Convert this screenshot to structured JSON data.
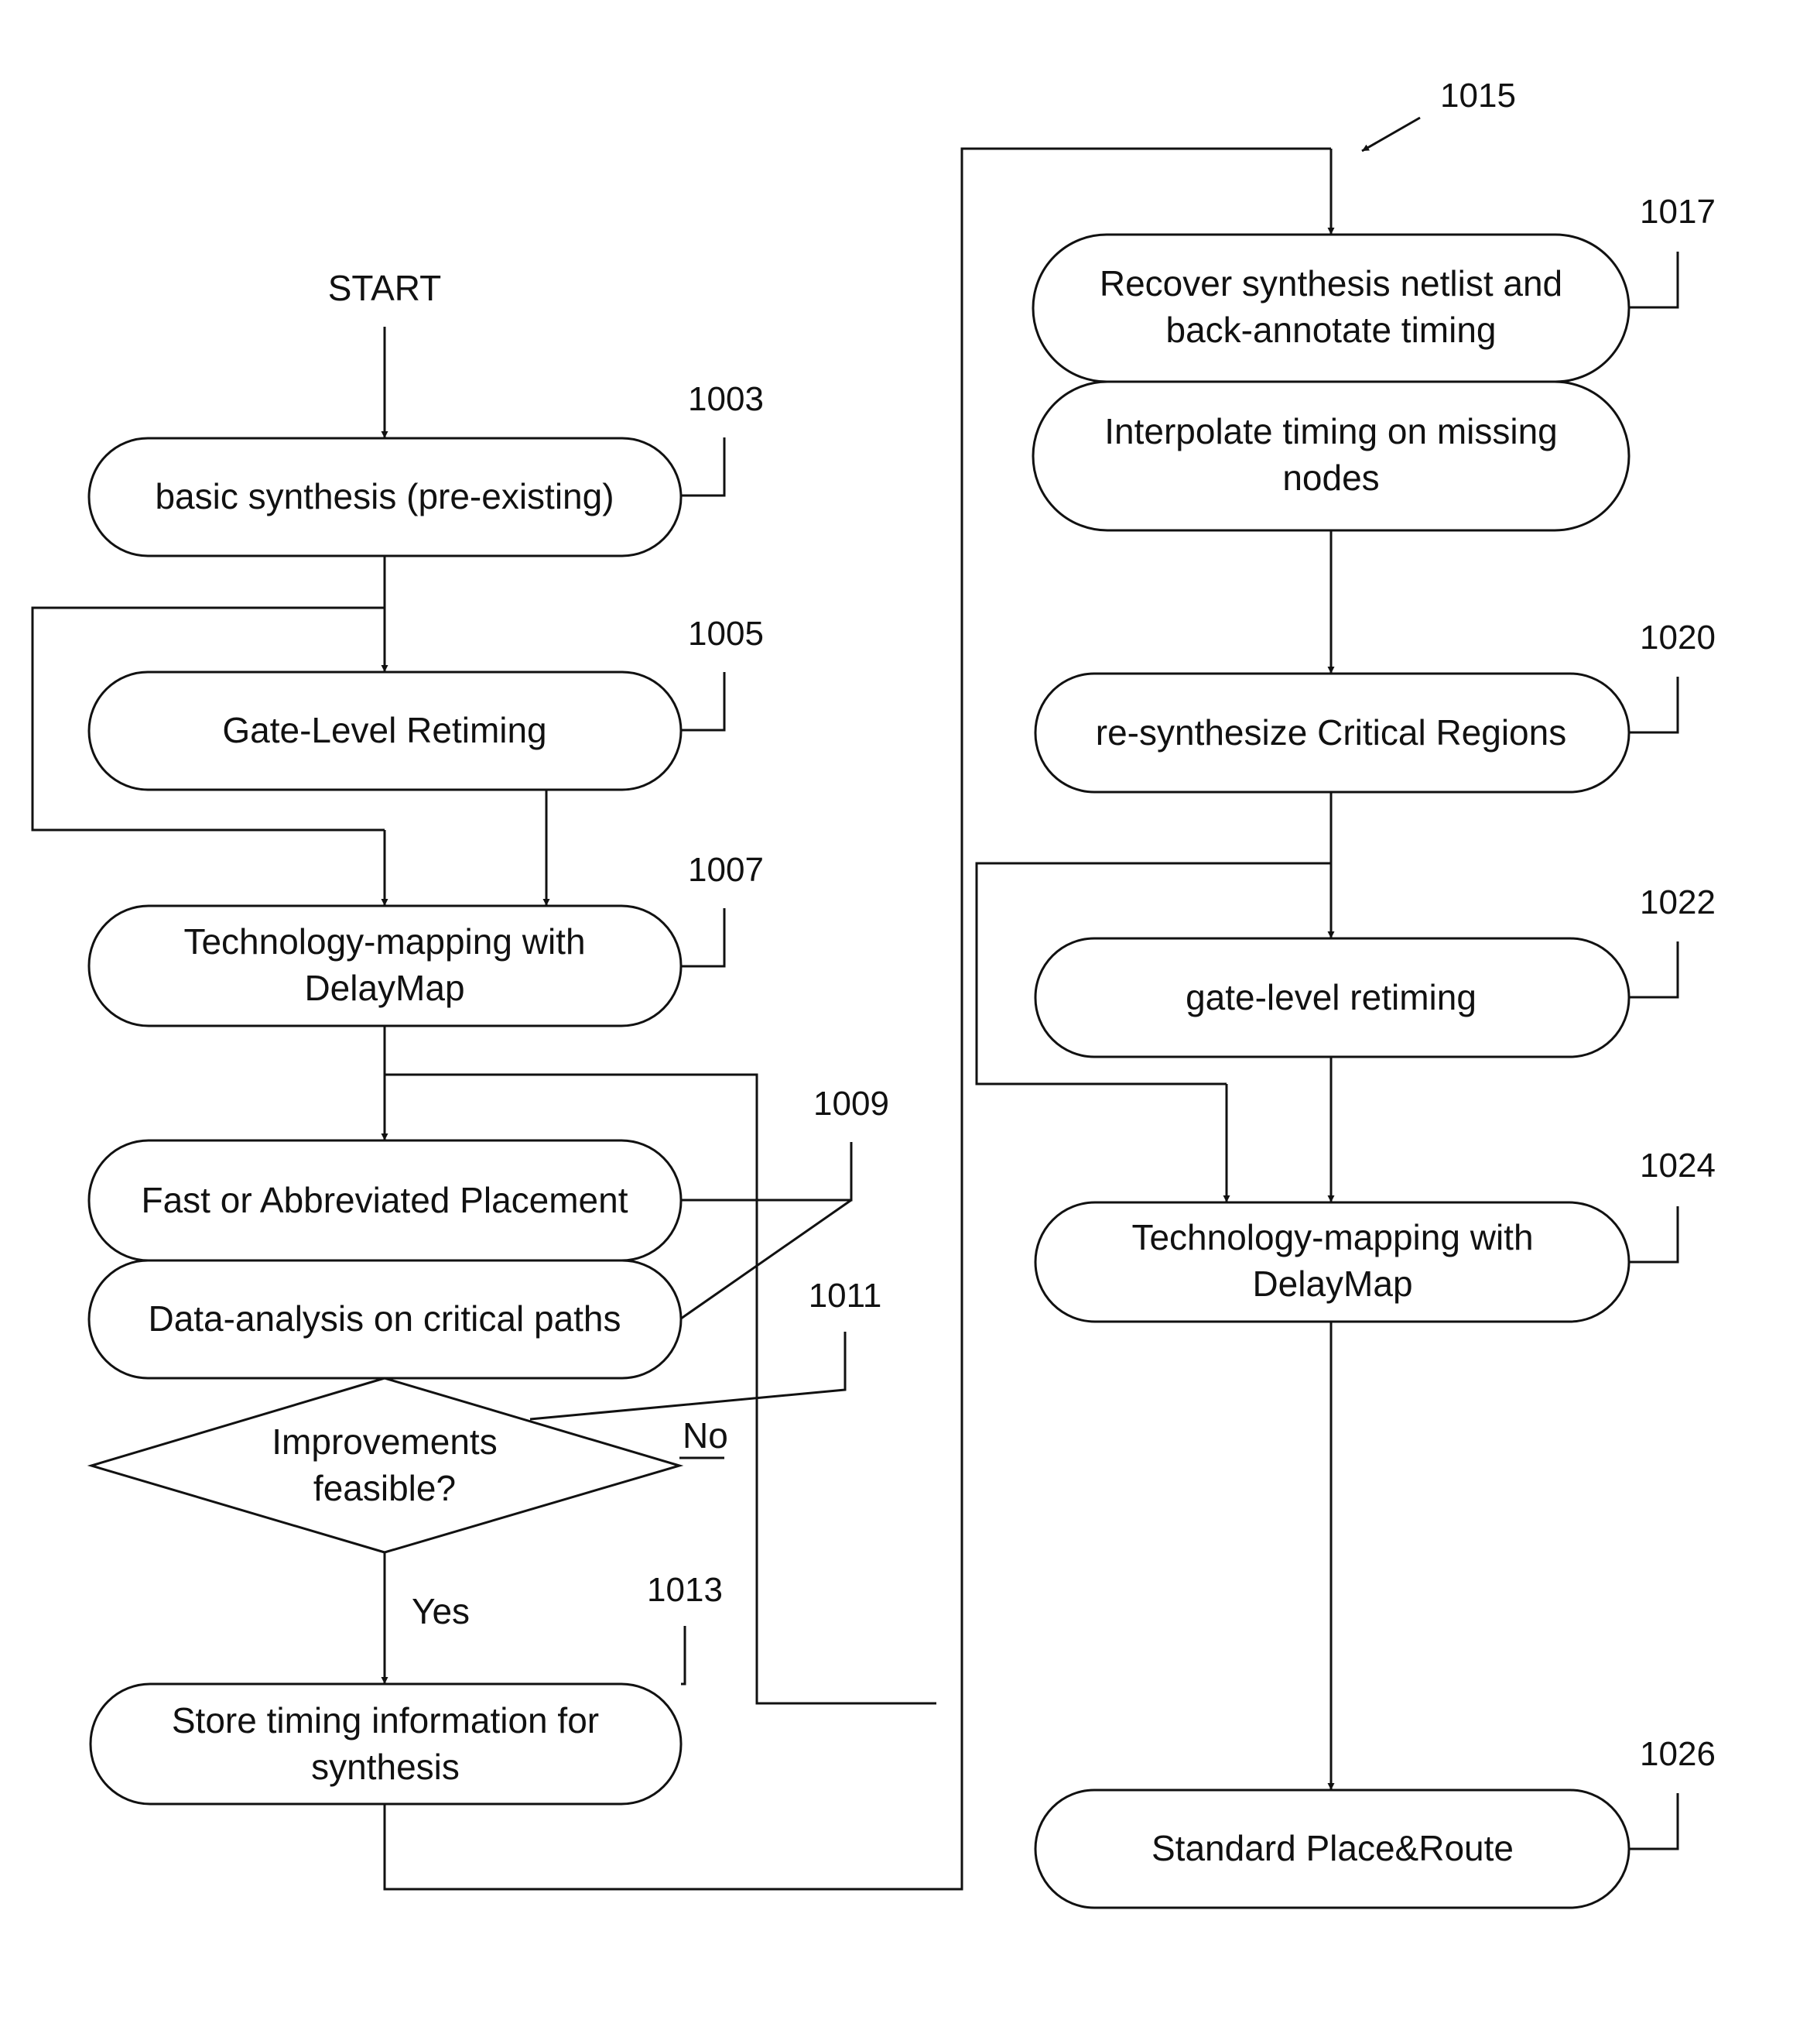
{
  "start": "START",
  "left_column": {
    "basic_synthesis": {
      "ref": "1003",
      "text": "basic synthesis (pre-existing)"
    },
    "gate_level_retiming": {
      "ref": "1005",
      "text": "Gate-Level Retiming"
    },
    "tech_mapping": {
      "ref": "1007",
      "line1": "Technology-mapping with",
      "line2": "DelayMap"
    },
    "fast_placement": {
      "text": "Fast or Abbreviated Placement"
    },
    "data_analysis": {
      "text": "Data-analysis on critical paths"
    },
    "placement_analysis_ref": "1009",
    "decision": {
      "ref": "1011",
      "line1": "Improvements",
      "line2": "feasible?",
      "no": "No",
      "yes": "Yes"
    },
    "store_timing": {
      "ref": "1013",
      "line1": "Store timing information for",
      "line2": "synthesis"
    }
  },
  "right_column": {
    "group_ref": "1015",
    "recover_netlist": {
      "ref": "1017",
      "line1": "Recover synthesis netlist and",
      "line2": "back-annotate timing"
    },
    "interpolate": {
      "line1": "Interpolate timing on missing",
      "line2": "nodes"
    },
    "resynthesize": {
      "ref": "1020",
      "text": "re-synthesize Critical Regions"
    },
    "gate_level_retiming": {
      "ref": "1022",
      "text": "gate-level retiming"
    },
    "tech_mapping": {
      "ref": "1024",
      "line1": "Technology-mapping with",
      "line2": "DelayMap"
    },
    "place_route": {
      "ref": "1026",
      "text": "Standard Place&Route"
    }
  }
}
